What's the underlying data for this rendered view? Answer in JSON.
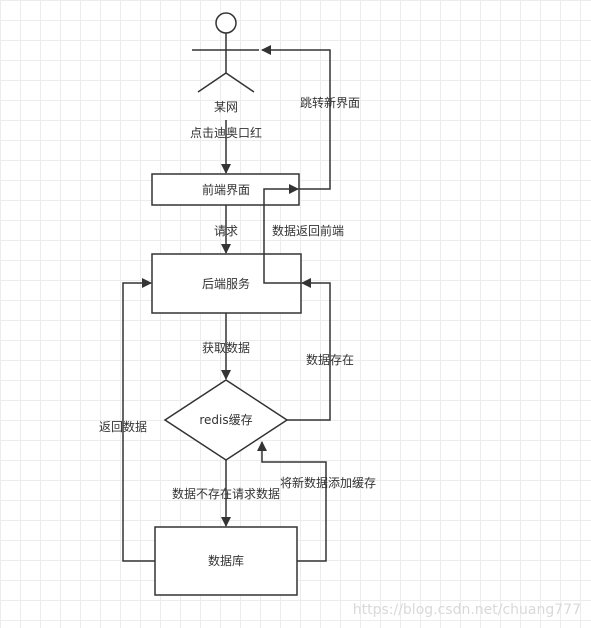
{
  "diagram": {
    "actor_label": "某网",
    "nodes": {
      "frontend": "前端界面",
      "backend": "后端服务",
      "redis": "redis缓存",
      "database": "数据库"
    },
    "edges": {
      "click": "点击迪奥口红",
      "jump": "跳转新界面",
      "request": "请求",
      "return_front": "数据返回前端",
      "get_data": "获取数据",
      "exists": "数据存在",
      "return_data": "返回数据",
      "not_exist": "数据不存在请求数据",
      "add_cache": "将新数据添加缓存"
    }
  },
  "watermark": "https://blog.csdn.net/chuang777"
}
